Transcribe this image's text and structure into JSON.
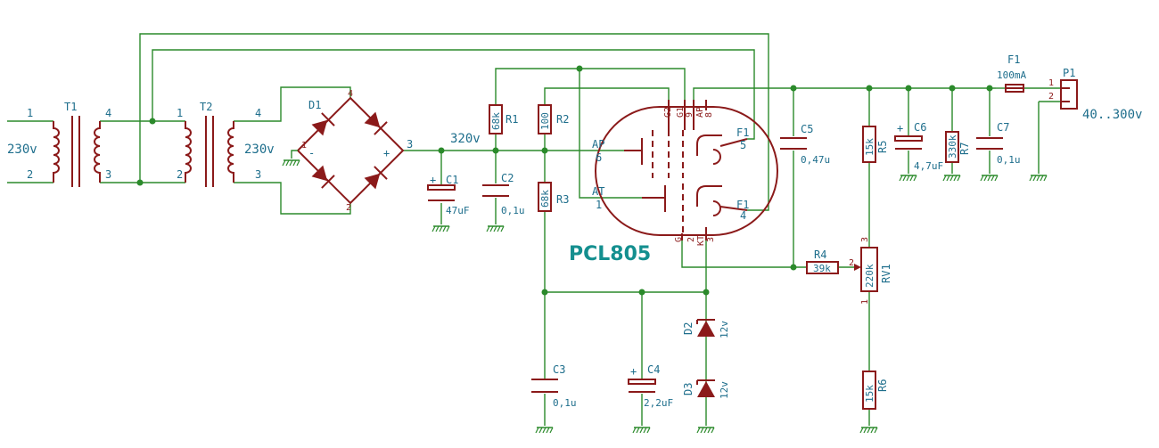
{
  "input": {
    "voltage": "230v",
    "pin_top": "1",
    "pin_bottom": "2"
  },
  "T1": {
    "ref": "T1",
    "pins": [
      "1",
      "2",
      "4",
      "3"
    ]
  },
  "T2": {
    "ref": "T2",
    "pins": [
      "1",
      "2",
      "4",
      "3"
    ],
    "voltage": "230v"
  },
  "D1": {
    "ref": "D1",
    "pins": [
      "1",
      "2",
      "3",
      "4"
    ],
    "minus": "-",
    "plus": "+"
  },
  "hv_node": "320v",
  "C1": {
    "ref": "C1",
    "value": "47uF",
    "plus": "+"
  },
  "C2": {
    "ref": "C2",
    "value": "0,1u"
  },
  "R1": {
    "ref": "R1",
    "value": "68k"
  },
  "R2": {
    "ref": "R2",
    "value": "100"
  },
  "R3": {
    "ref": "R3",
    "value": "68k"
  },
  "tube": {
    "name": "PCL805",
    "pins": {
      "g2": "G2",
      "g1": "G1",
      "p9": "9",
      "ap": "AP",
      "p8": "8",
      "f1_top": "F1",
      "p5": "5",
      "ap_label": "AP",
      "p6": "6",
      "at": "AT",
      "p1": "1",
      "f1_bottom": "F1",
      "p4": "4",
      "g": "G",
      "p2": "2",
      "kt": "KT",
      "p3": "3"
    }
  },
  "C3": {
    "ref": "C3",
    "value": "0,1u"
  },
  "C4": {
    "ref": "C4",
    "value": "2,2uF",
    "plus": "+"
  },
  "D2": {
    "ref": "D2",
    "value": "12v"
  },
  "D3": {
    "ref": "D3",
    "value": "12v"
  },
  "C5": {
    "ref": "C5",
    "value": "0,47u"
  },
  "R4": {
    "ref": "R4",
    "value": "39k"
  },
  "R5": {
    "ref": "R5",
    "value": "15k"
  },
  "RV1": {
    "ref": "RV1",
    "value": "220k",
    "pins": [
      "3",
      "2",
      "1"
    ]
  },
  "R6": {
    "ref": "R6",
    "value": "15k"
  },
  "C6": {
    "ref": "C6",
    "value": "4,7uF",
    "plus": "+"
  },
  "R7": {
    "ref": "R7",
    "value": "330k"
  },
  "C7": {
    "ref": "C7",
    "value": "0,1u"
  },
  "F1": {
    "ref": "F1",
    "value": "100mA"
  },
  "P1": {
    "ref": "P1",
    "pins": [
      "1",
      "2"
    ],
    "voltage": "40..300v"
  }
}
